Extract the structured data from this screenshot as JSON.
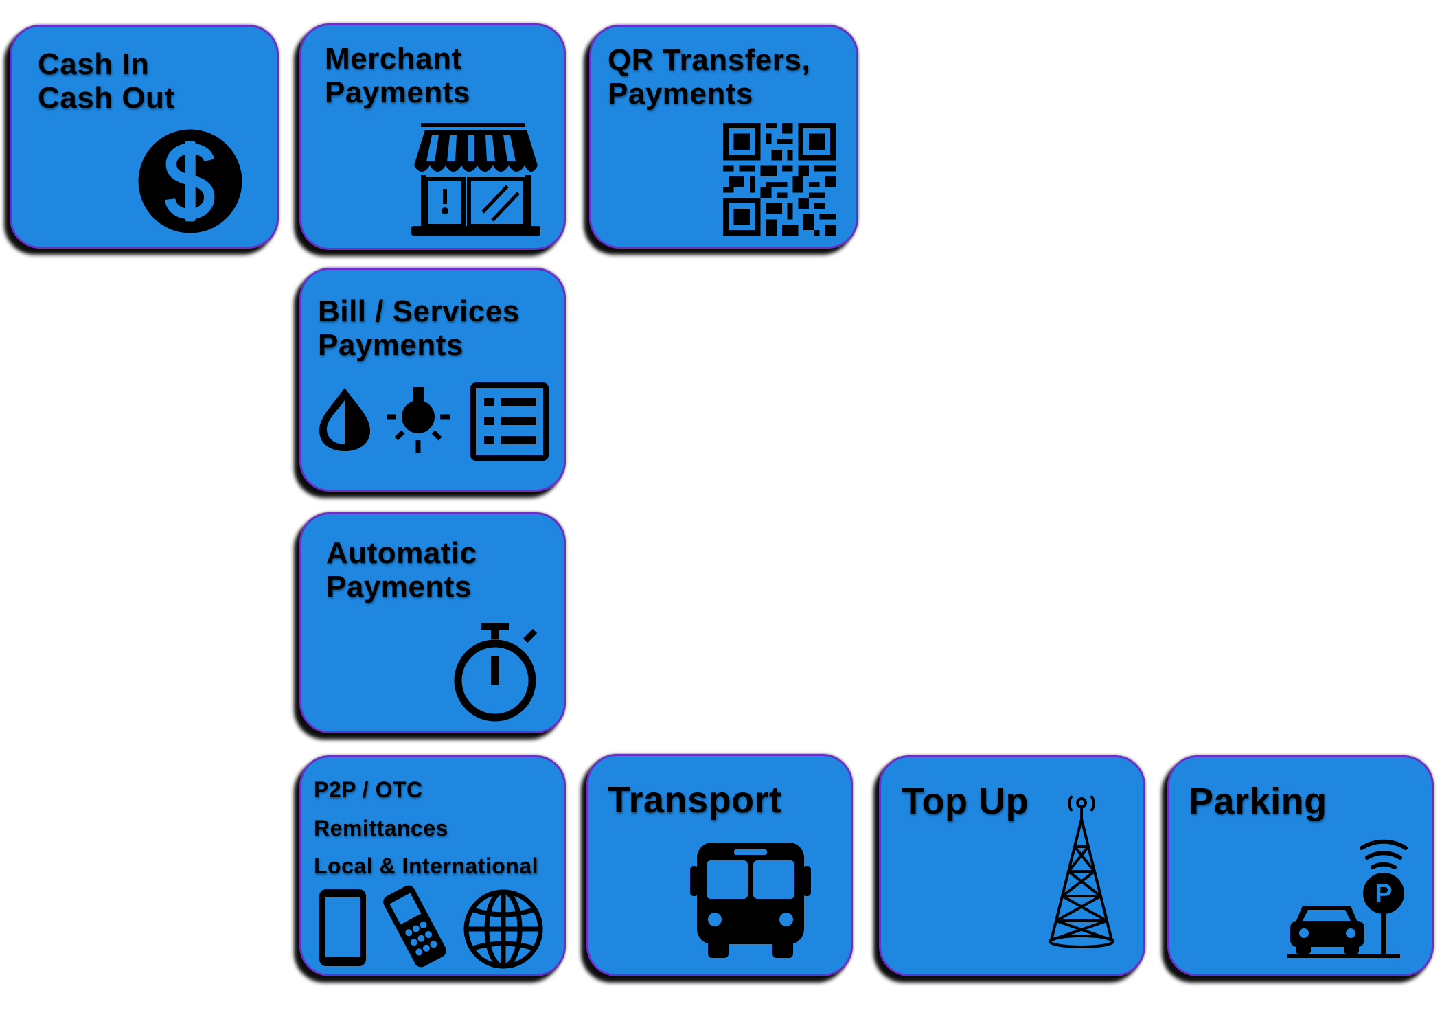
{
  "tiles": {
    "cash": {
      "lines": [
        "Cash In",
        "Cash Out"
      ],
      "icon": "dollar-circle-icon"
    },
    "merchant": {
      "lines": [
        "Merchant",
        "Payments"
      ],
      "icon": "storefront-icon"
    },
    "qr": {
      "lines": [
        "QR Transfers,",
        "Payments"
      ],
      "icon": "qr-code-icon"
    },
    "bill": {
      "lines": [
        "Bill / Services",
        "Payments"
      ],
      "icons": [
        "water-drop-icon",
        "light-bulb-icon",
        "bill-list-icon"
      ]
    },
    "automatic": {
      "lines": [
        "Automatic",
        "Payments"
      ],
      "icon": "stopwatch-icon"
    },
    "p2p": {
      "lines": [
        "P2P / OTC",
        "Remittances",
        "Local & International"
      ],
      "icons": [
        "smartphone-icon",
        "mobile-phone-icon",
        "globe-icon"
      ]
    },
    "transport": {
      "lines": [
        "Transport"
      ],
      "icon": "bus-icon"
    },
    "topup": {
      "lines": [
        "Top Up"
      ],
      "icon": "radio-tower-icon"
    },
    "parking": {
      "lines": [
        "Parking"
      ],
      "icon": "parking-car-icon"
    }
  },
  "colors": {
    "tile_fill": "#1f87e0",
    "tile_border": "#6a2fc9",
    "icon": "#000000"
  }
}
